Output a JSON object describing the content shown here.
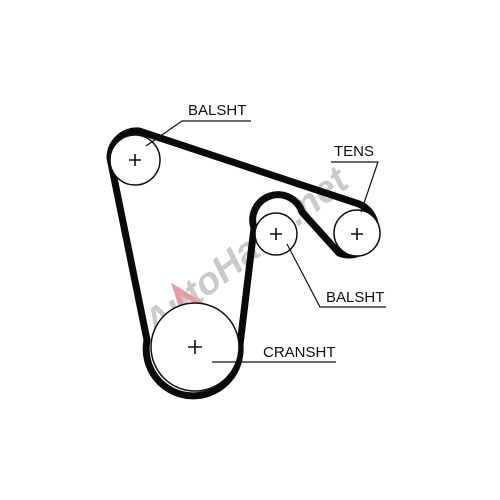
{
  "diagram": {
    "pulleys": [
      {
        "id": "balsht-top",
        "label": "BALSHT"
      },
      {
        "id": "tens",
        "label": "TENS"
      },
      {
        "id": "balsht-mid",
        "label": "BALSHT"
      },
      {
        "id": "cranksht",
        "label": "CRANSHT"
      }
    ]
  },
  "watermark": {
    "text": "AutoHaus.net",
    "red_color": "#c8283a",
    "gray_color": "#8c8c8c"
  },
  "colors": {
    "belt": "#0a0a0a",
    "pulley": "#111111",
    "background": "#ffffff"
  }
}
